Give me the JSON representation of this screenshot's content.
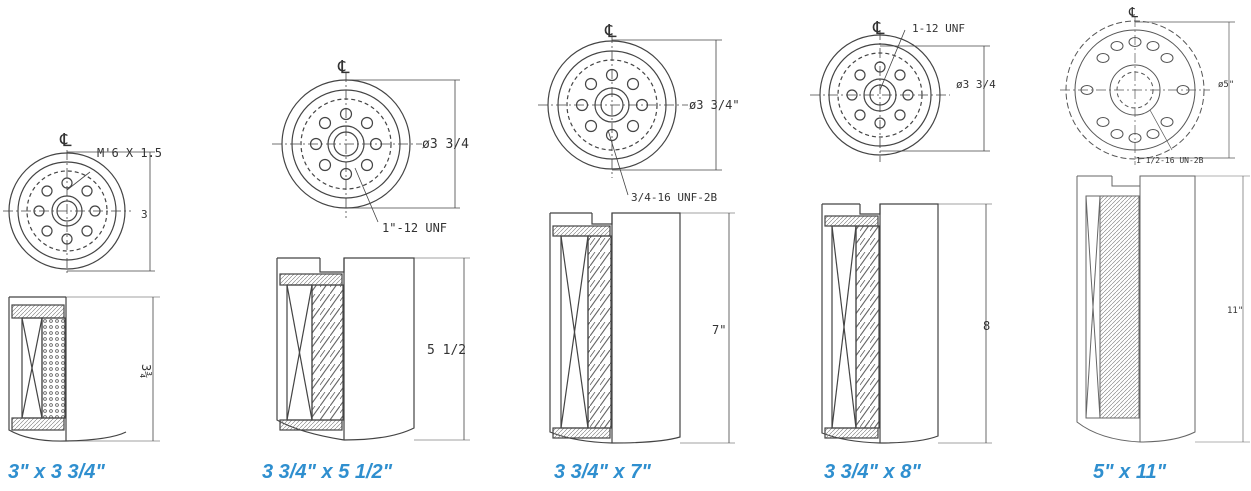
{
  "colors": {
    "caption": "#2f8fcf",
    "line": "#444444",
    "cross_hatch": "#666666"
  },
  "filters": [
    {
      "caption": "3\" x 3 3/4\"",
      "centerline_mark": "℄",
      "thread_label": "M'6 X 1.5",
      "diameter_label": "3",
      "height_label": "3¾"
    },
    {
      "caption": "3 3/4\" x  5 1/2\"",
      "centerline_mark": "℄",
      "thread_label": "1\"-12 UNF",
      "diameter_label": "ø3 3/4",
      "height_label": "5 1/2"
    },
    {
      "caption": "3 3/4\" x 7\"",
      "centerline_mark": "℄",
      "thread_label": "3/4-16 UNF-2B",
      "diameter_label": "ø3 3/4\"",
      "height_label": "7\""
    },
    {
      "caption": "3 3/4\" x 8\"",
      "centerline_mark": "℄",
      "thread_label": "1-12 UNF",
      "diameter_label": "ø3 3/4",
      "height_label": "8"
    },
    {
      "caption": "5\" x 11\"",
      "centerline_mark": "℄",
      "thread_label": "1 1/2-16 UN-2B",
      "diameter_label": "ø5\"",
      "height_label": "11\""
    }
  ]
}
